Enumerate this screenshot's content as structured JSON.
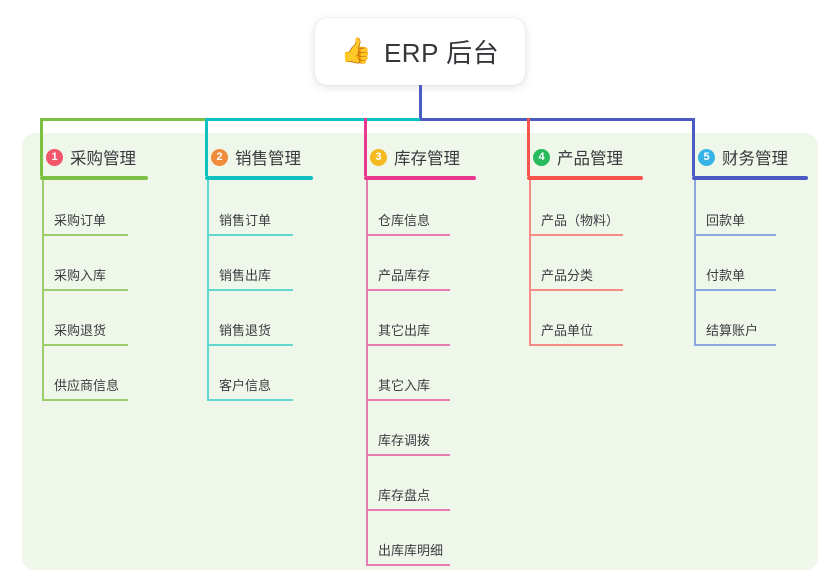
{
  "diagram": {
    "type": "mindmap",
    "background_color": "#ffffff",
    "panel_color": "#eef7e9",
    "root": {
      "icon": "thumbs-up-icon",
      "icon_glyph": "👍",
      "title": "ERP 后台",
      "card_color": "#ffffff",
      "stem_color": "#4a5bc4"
    },
    "trunk": {
      "segments": [
        {
          "color": "#7cc043"
        },
        {
          "color": "#0fc1c1"
        },
        {
          "color": "#4a5bc4"
        }
      ]
    },
    "branches": [
      {
        "number": "1",
        "title": "采购管理",
        "badge_color": "#f2566a",
        "rule_color": "#7cc043",
        "line_color": "#9bcd6a",
        "drop_color": "#7cc043",
        "items": [
          "采购订单",
          "采购入库",
          "采购退货",
          "供应商信息"
        ]
      },
      {
        "number": "2",
        "title": "销售管理",
        "badge_color": "#f08c3a",
        "rule_color": "#0fc1c1",
        "line_color": "#63d6cd",
        "drop_color": "#0fc1c1",
        "items": [
          "销售订单",
          "销售出库",
          "销售退货",
          "客户信息"
        ]
      },
      {
        "number": "3",
        "title": "库存管理",
        "badge_color": "#f5b921",
        "rule_color": "#e8388f",
        "line_color": "#e87bb0",
        "drop_color": "#e8388f",
        "items": [
          "仓库信息",
          "产品库存",
          "其它出库",
          "其它入库",
          "库存调拨",
          "库存盘点",
          "出库库明细"
        ]
      },
      {
        "number": "4",
        "title": "产品管理",
        "badge_color": "#27bb5e",
        "rule_color": "#f5534c",
        "line_color": "#f58c84",
        "drop_color": "#f5534c",
        "items": [
          "产品（物料）",
          "产品分类",
          "产品单位"
        ]
      },
      {
        "number": "5",
        "title": "财务管理",
        "badge_color": "#38b3e8",
        "rule_color": "#4a5bc4",
        "line_color": "#8ca6df",
        "drop_color": "#4a5bc4",
        "items": [
          "回款单",
          "付款单",
          "结算账户"
        ]
      }
    ]
  }
}
